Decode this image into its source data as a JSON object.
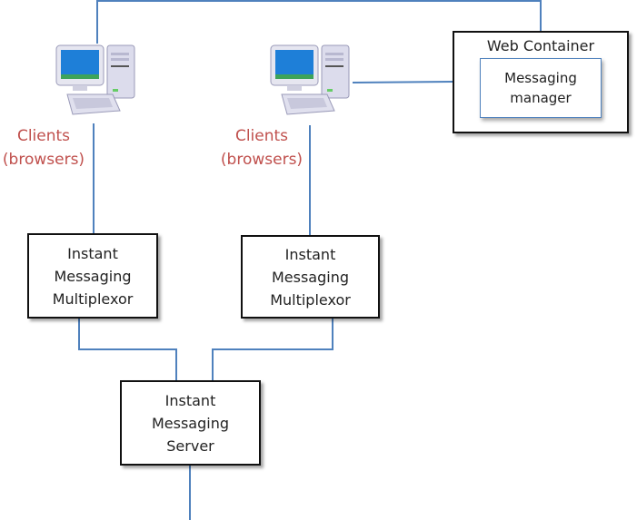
{
  "diagram": {
    "type": "network architecture",
    "colors": {
      "connector": "#4f81bd",
      "client_label": "#c0504d",
      "box_border": "#111111"
    },
    "clients": [
      {
        "id": "client-1",
        "icon": "desktop-computer-icon",
        "label_line1": "Clients",
        "label_line2": "(browsers)"
      },
      {
        "id": "client-2",
        "icon": "desktop-computer-icon",
        "label_line1": "Clients",
        "label_line2": "(browsers)"
      }
    ],
    "web_container": {
      "title": "Web Container",
      "inner": {
        "line1": "Messaging",
        "line2": "manager"
      }
    },
    "multiplexors": [
      {
        "id": "mux-1",
        "line1": "Instant",
        "line2": "Messaging",
        "line3": "Multiplexor"
      },
      {
        "id": "mux-2",
        "line1": "Instant",
        "line2": "Messaging",
        "line3": "Multiplexor"
      }
    ],
    "server": {
      "line1": "Instant",
      "line2": "Messaging",
      "line3": "Server"
    },
    "connections": [
      {
        "from": "client-1",
        "to": "web-container",
        "kind": "top bus"
      },
      {
        "from": "client-2",
        "to": "web-container"
      },
      {
        "from": "client-1",
        "to": "mux-1"
      },
      {
        "from": "client-2",
        "to": "mux-2"
      },
      {
        "from": "mux-1",
        "to": "server"
      },
      {
        "from": "mux-2",
        "to": "server"
      },
      {
        "from": "server",
        "to": "off-diagram"
      }
    ]
  }
}
